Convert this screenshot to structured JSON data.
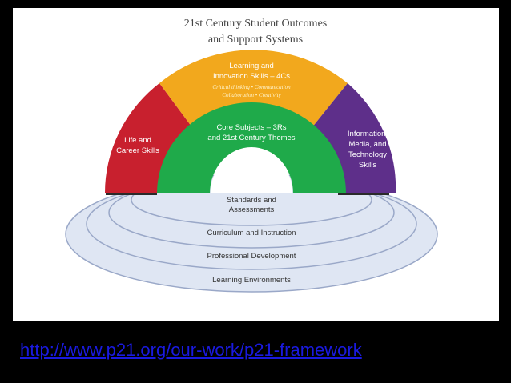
{
  "title": {
    "line1": "21st Century Student Outcomes",
    "line2": "and Support Systems"
  },
  "arch": {
    "learning_innovation": {
      "line1": "Learning and",
      "line2": "Innovation Skills – 4Cs",
      "sub1": "Critical thinking • Communication",
      "sub2": "Collaboration • Creativity",
      "color": "#f2a81d"
    },
    "life_career": {
      "line1": "Life and",
      "line2": "Career Skills",
      "color": "#c8202e"
    },
    "information_media": {
      "line1": "Information,",
      "line2": "Media, and",
      "line3": "Technology",
      "line4": "Skills",
      "color": "#5e2f8a"
    },
    "core_subjects": {
      "line1": "Core Subjects – 3Rs",
      "line2": "and 21st Century Themes",
      "color": "#1faa4a"
    }
  },
  "rings": {
    "standards_line1": "Standards and",
    "standards_line2": "Assessments",
    "curriculum": "Curriculum and Instruction",
    "professional": "Professional Development",
    "environments": "Learning Environments",
    "fill_color": "#dfe6f3",
    "stroke_color": "#9aa8c8"
  },
  "link": {
    "text": "http://www.p21.org/our-work/p21-framework",
    "color": "#1a1ae0"
  }
}
